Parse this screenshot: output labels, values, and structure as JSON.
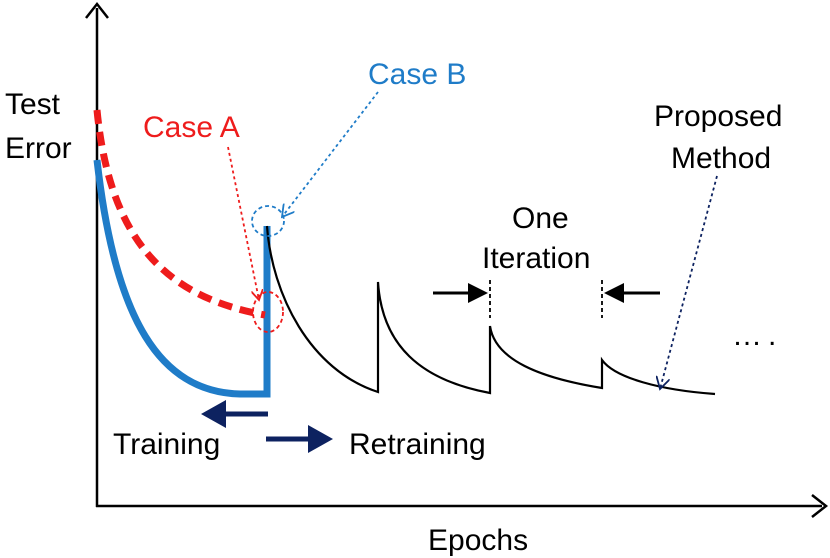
{
  "axes": {
    "y_label_line1": "Test",
    "y_label_line2": "Error",
    "x_label": "Epochs"
  },
  "annotations": {
    "case_a": "Case A",
    "case_b": "Case B",
    "proposed_line1": "Proposed",
    "proposed_line2": "Method",
    "one_line1": "One",
    "one_line2": "Iteration",
    "training": "Training",
    "retraining": "Retraining",
    "ellipsis": "…."
  },
  "colors": {
    "case_a": "#ee1c1c",
    "case_b": "#1f7cc8",
    "proposed": "#000000",
    "arrow_navy": "#0d2260",
    "axis": "#000000"
  }
}
